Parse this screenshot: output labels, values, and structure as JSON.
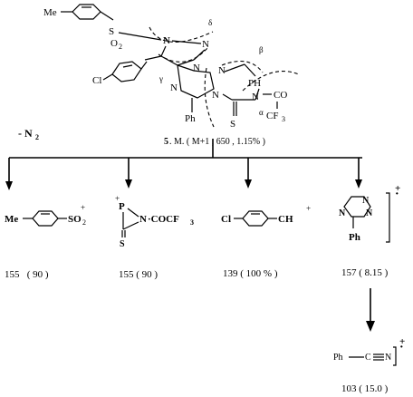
{
  "parent": {
    "label_num": "5",
    "label_ms": ". M. ( M+1 , 650 , 1.15% )",
    "atoms": {
      "me": "Me",
      "so2": "S",
      "so2_o": "O",
      "so2_sub": "2",
      "cl": "Cl",
      "n_top": "N",
      "n_mid": "N",
      "n_left": "N",
      "n_right": "N",
      "n_lower": "N",
      "n_ring_bottom": "N",
      "ph": "Ph",
      "ph_h": "PH",
      "thio_s": "S",
      "co": "CO",
      "cf3": "CF",
      "cf3_sub": "3"
    },
    "cleavage_labels": {
      "alpha": "α",
      "beta": "β",
      "gamma": "γ",
      "delta": "δ"
    }
  },
  "loss": {
    "text": "- N",
    "sub": "2"
  },
  "fragments": [
    {
      "structure": {
        "me": "Me",
        "so2": "SO",
        "sub": "2",
        "charge": "+"
      },
      "value": "155   ( 90 )"
    },
    {
      "structure": {
        "p": "P",
        "charge": "+",
        "n": "N",
        "acyl": "·COCF",
        "acyl_sub": "3",
        "s": "S"
      },
      "value": "155 ( 90 )"
    },
    {
      "structure": {
        "cl": "Cl",
        "ch": "CH",
        "charge": "+"
      },
      "value": "139 ( 100 % )"
    },
    {
      "structure": {
        "n1": "N",
        "n2": "N",
        "n3": "N",
        "ph": "Ph",
        "charge": "+",
        "dot": "·"
      },
      "value": "157 ( 8.15 )"
    },
    {
      "structure": {
        "ph": "Ph",
        "c": "C",
        "n": "N",
        "charge": "+",
        "dot": "·"
      },
      "value": "103 ( 15.0 )"
    }
  ]
}
